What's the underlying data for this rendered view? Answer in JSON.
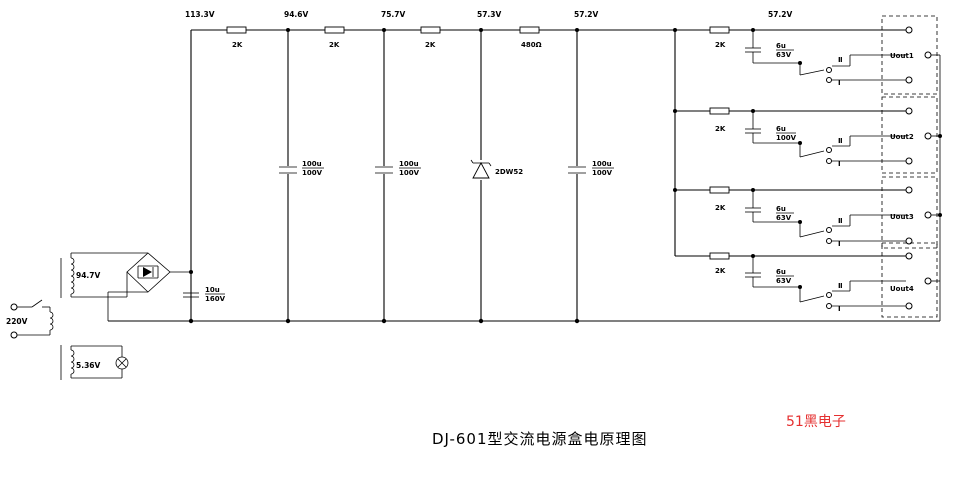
{
  "voltages": {
    "v1": "113.3V",
    "v2": "94.6V",
    "v3": "75.7V",
    "v4": "57.3V",
    "v5": "57.2V",
    "v6": "57.2V"
  },
  "resistors": {
    "r1": "2K",
    "r2": "2K",
    "r3": "2K",
    "r4": "480Ω",
    "r5": "2K",
    "r6": "2K",
    "r7": "2K",
    "r8": "2K"
  },
  "capacitors": {
    "c_input": {
      "value": "10u",
      "rating": "160V"
    },
    "c1": {
      "value": "100u",
      "rating": "100V"
    },
    "c2": {
      "value": "100u",
      "rating": "100V"
    },
    "c3": {
      "value": "100u",
      "rating": "100V"
    },
    "out1": {
      "value": "6u",
      "rating": "63V"
    },
    "out2": {
      "value": "6u",
      "rating": "100V"
    },
    "out3": {
      "value": "6u",
      "rating": "63V"
    },
    "out4": {
      "value": "6u",
      "rating": "63V"
    }
  },
  "zener": "2DW52",
  "transformer": {
    "primary": "220V",
    "secondary_hv": "94.7V",
    "secondary_lamp": "5.36V"
  },
  "switch_marks": {
    "top": "Ⅱ",
    "bottom": "Ⅰ"
  },
  "outputs": [
    "Uout1",
    "Uout2",
    "Uout3",
    "Uout4"
  ],
  "title": "DJ-601型交流电源盒电原理图",
  "brand": "51黑电子"
}
